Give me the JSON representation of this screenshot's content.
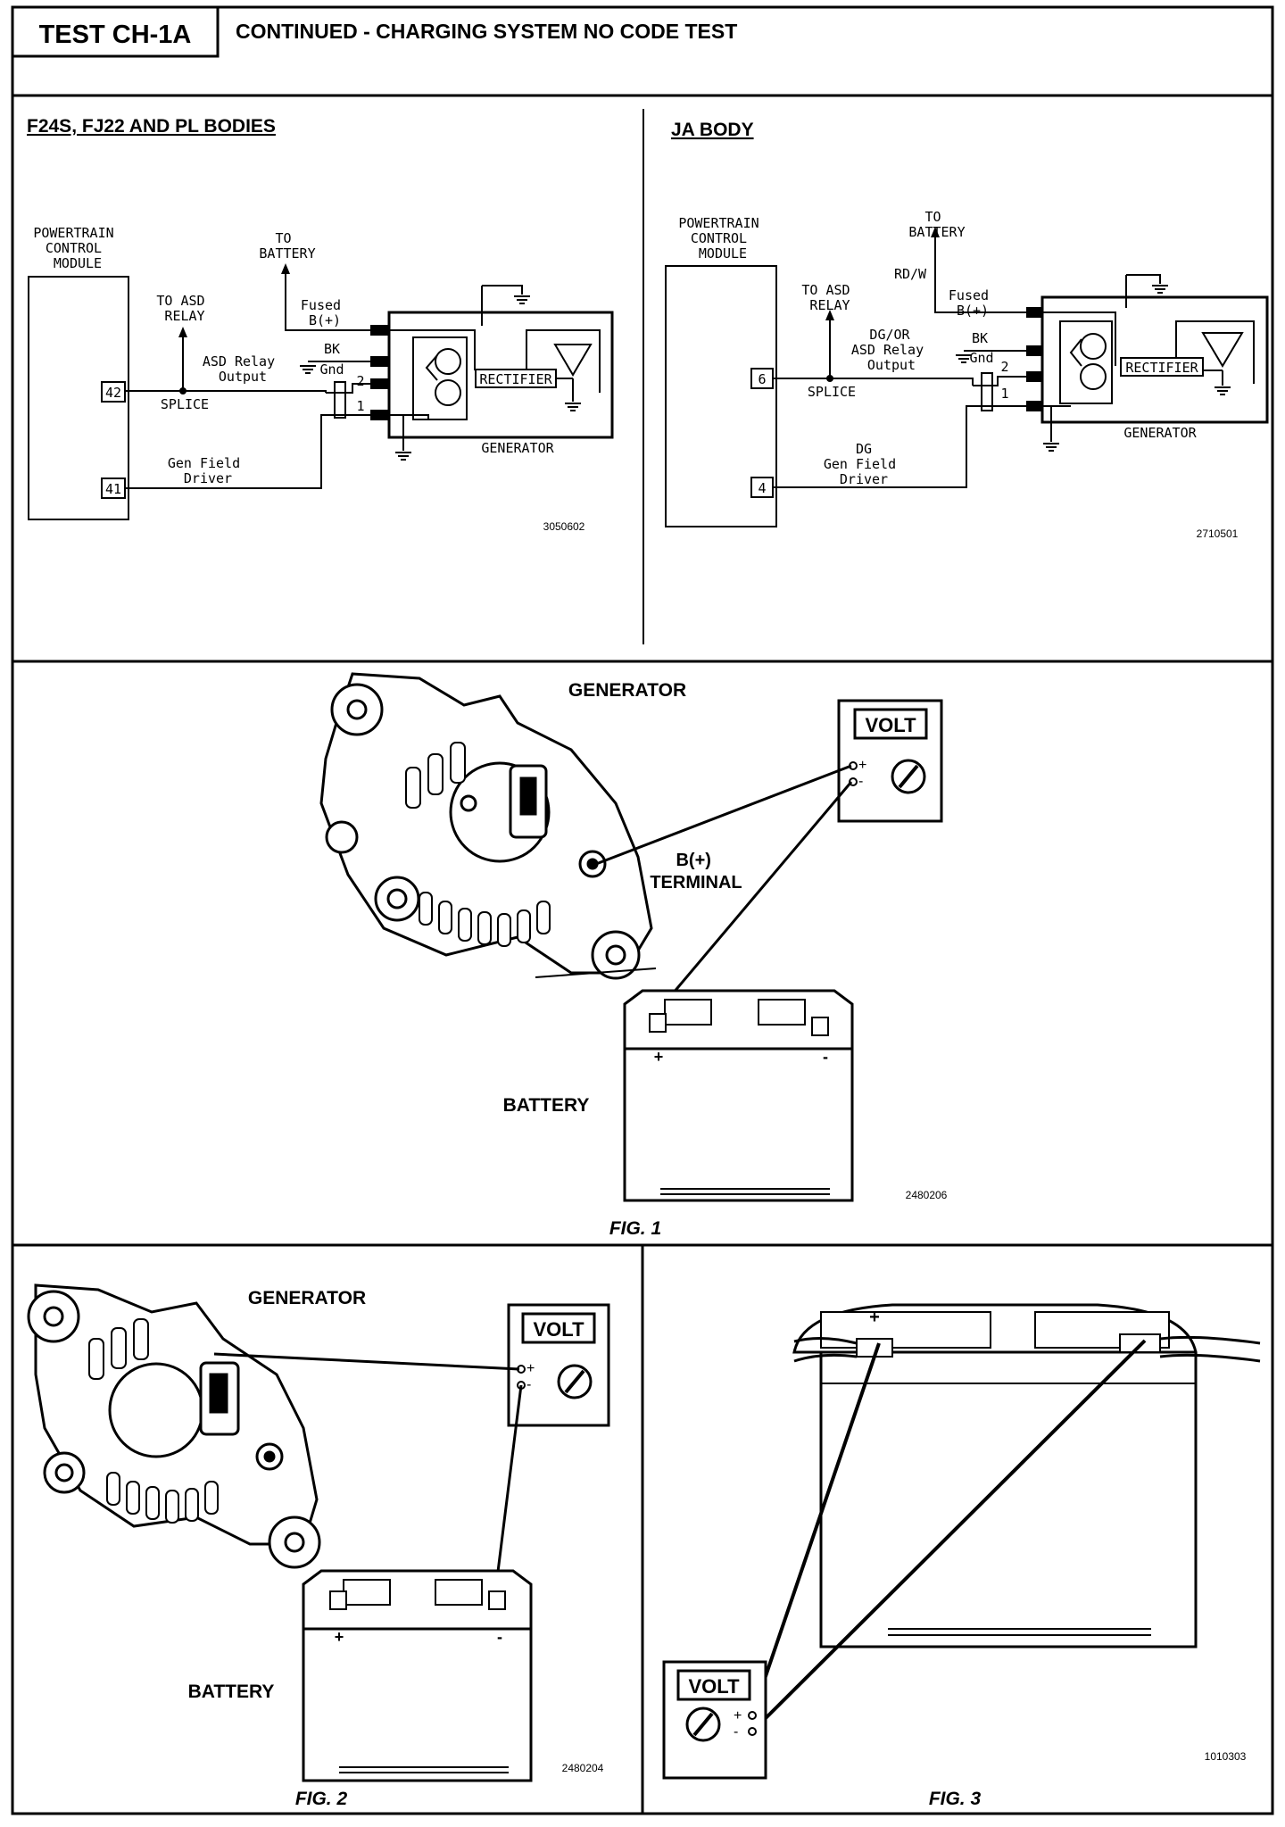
{
  "header": {
    "test_id": "TEST CH-1A",
    "title": "CONTINUED -  CHARGING SYSTEM NO CODE TEST"
  },
  "schematic_left": {
    "title": "F24S, FJ22 AND PL BODIES",
    "pcm_lines": [
      "POWERTRAIN",
      "CONTROL",
      "MODULE"
    ],
    "to_asd_lines": [
      "TO ASD",
      "RELAY"
    ],
    "to_battery_lines": [
      "TO",
      "BATTERY"
    ],
    "fused_lines": [
      "Fused",
      "B(+)"
    ],
    "bk": "BK",
    "gnd": "Gnd",
    "asd_output_lines": [
      "ASD Relay",
      "Output"
    ],
    "splice": "SPLICE",
    "pin_2": "2",
    "pin_1": "1",
    "rectifier": "RECTIFIER",
    "generator": "GENERATOR",
    "gen_field_lines": [
      "Gen Field",
      "Driver"
    ],
    "pin_42": "42",
    "pin_41": "41",
    "fig_number": "3050602"
  },
  "schematic_right": {
    "title": "JA BODY",
    "pcm_lines": [
      "POWERTRAIN",
      "CONTROL",
      "MODULE"
    ],
    "to_asd_lines": [
      "TO ASD",
      "RELAY"
    ],
    "to_battery_lines": [
      "TO",
      "BATTERY"
    ],
    "rd_w": "RD/W",
    "fused_lines": [
      "Fused",
      "B(+)"
    ],
    "dg_or": "DG/OR",
    "asd_output_lines": [
      "ASD Relay",
      "Output"
    ],
    "bk": "BK",
    "gnd": "Gnd",
    "splice": "SPLICE",
    "pin_2": "2",
    "pin_1": "1",
    "rectifier": "RECTIFIER",
    "generator": "GENERATOR",
    "dg": "DG",
    "gen_field_lines": [
      "Gen Field",
      "Driver"
    ],
    "pin_6": "6",
    "pin_4": "4",
    "fig_number": "2710501"
  },
  "fig1": {
    "generator_label": "GENERATOR",
    "volt": "VOLT",
    "plus": "+",
    "minus": "-",
    "terminal_lines": [
      "B(+)",
      "TERMINAL"
    ],
    "battery_label": "BATTERY",
    "fig_number": "2480206",
    "caption": "FIG. 1"
  },
  "fig2": {
    "generator_label": "GENERATOR",
    "volt": "VOLT",
    "plus": "+",
    "minus": "-",
    "battery_label": "BATTERY",
    "fig_number": "2480204",
    "caption": "FIG. 2"
  },
  "fig3": {
    "volt": "VOLT",
    "plus": "+",
    "minus": "-",
    "fig_number": "1010303",
    "caption": "FIG. 3"
  }
}
